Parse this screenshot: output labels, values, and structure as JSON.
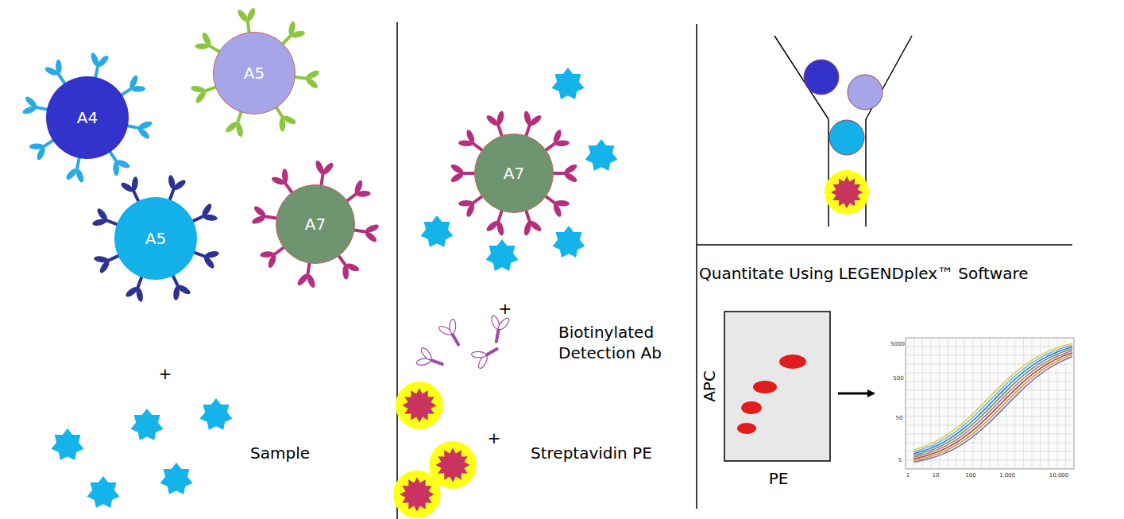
{
  "diagram": {
    "nodes": [
      {
        "text": [
          "A4"
        ]
      },
      {
        "text": [
          "A5"
        ]
      },
      {
        "text": [
          "A5"
        ]
      },
      {
        "text": [
          "A7"
        ]
      },
      {
        "text": [
          "A7"
        ]
      }
    ],
    "labels": [
      "+",
      "Sample",
      "+",
      "Biotinylated Detection Ab",
      "+",
      "Streptavidin PE",
      "Quantitate Using LEGENDplex™ Software",
      "APC",
      "PE",
      "5000",
      "500",
      "50",
      "5",
      "1",
      "10",
      "100",
      "1,000",
      "10,000"
    ]
  }
}
